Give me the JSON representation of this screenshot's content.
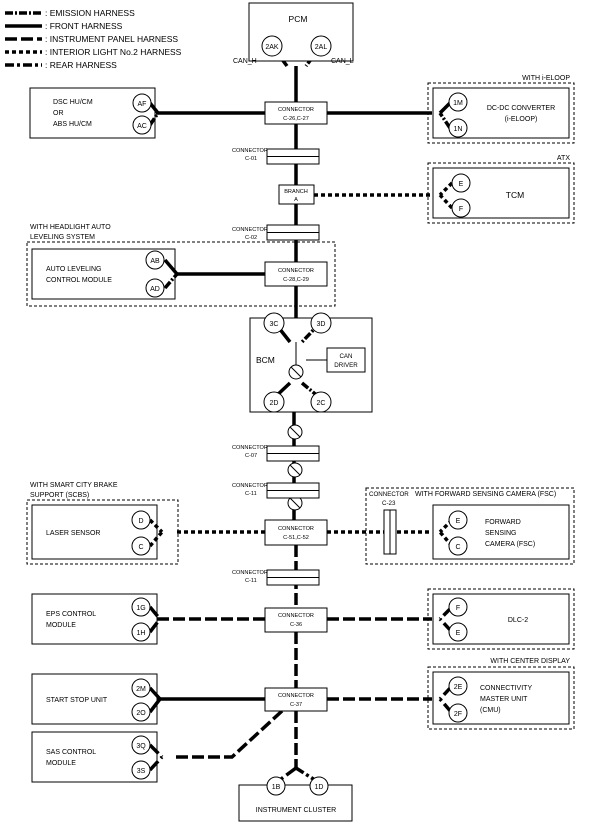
{
  "legend": [
    {
      "style": "emission",
      "label": ": EMISSION HARNESS"
    },
    {
      "style": "front",
      "label": ": FRONT HARNESS"
    },
    {
      "style": "instrument",
      "label": ": INSTRUMENT PANEL HARNESS"
    },
    {
      "style": "interior",
      "label": ": INTERIOR LIGHT No.2 HARNESS"
    },
    {
      "style": "rear",
      "label": ": REAR HARNESS"
    }
  ],
  "pcm": {
    "title": "PCM",
    "pin_left": "2AK",
    "pin_right": "2AL",
    "can_h": "CAN_H",
    "can_l": "CAN_L"
  },
  "dsc": {
    "line1": "DSC HU/CM",
    "line2": "OR",
    "line3": "ABS HU/CM",
    "pin_top": "AF",
    "pin_bottom": "AC"
  },
  "c26": {
    "line1": "CONNECTOR",
    "line2": "C-26,C-27"
  },
  "dcdc": {
    "group": "WITH i-ELOOP",
    "line1": "DC-DC CONVERTER",
    "line2": "(i-ELOOP)",
    "pin_top": "1M",
    "pin_bottom": "1N"
  },
  "c01": {
    "line1": "CONNECTOR",
    "line2": "C-01"
  },
  "branch": {
    "line1": "BRANCH",
    "line2": "A"
  },
  "tcm": {
    "group": "ATX",
    "title": "TCM",
    "pin_top": "E",
    "pin_bottom": "F"
  },
  "c02": {
    "line1": "CONNECTOR",
    "line2": "C-02"
  },
  "leveling": {
    "group1": "WITH HEADLIGHT AUTO",
    "group2": "LEVELING SYSTEM",
    "line1": "AUTO LEVELING",
    "line2": "CONTROL MODULE",
    "pin_top": "AB",
    "pin_bottom": "AD"
  },
  "c28": {
    "line1": "CONNECTOR",
    "line2": "C-28,C-29"
  },
  "bcm": {
    "title": "BCM",
    "can1": "CAN",
    "can2": "DRIVER",
    "pin_tl": "3C",
    "pin_tr": "3D",
    "pin_bl": "2D",
    "pin_br": "2C"
  },
  "c07": {
    "line1": "CONNECTOR",
    "line2": "C-07"
  },
  "c11a": {
    "line1": "CONNECTOR",
    "line2": "C-11"
  },
  "laser": {
    "group1": "WITH SMART CITY BRAKE",
    "group2": "SUPPORT (SCBS)",
    "title": "LASER SENSOR",
    "pin_top": "D",
    "pin_bottom": "C"
  },
  "c51": {
    "line1": "CONNECTOR",
    "line2": "C-51,C-52"
  },
  "c23": {
    "line1": "CONNECTOR",
    "line2": "C-23"
  },
  "fsc": {
    "group": "WITH FORWARD SENSING CAMERA (FSC)",
    "line1": "FORWARD",
    "line2": "SENSING",
    "line3": "CAMERA (FSC)",
    "pin_top": "E",
    "pin_bottom": "C"
  },
  "c11b": {
    "line1": "CONNECTOR",
    "line2": "C-11"
  },
  "eps": {
    "line1": "EPS CONTROL",
    "line2": "MODULE",
    "pin_top": "1G",
    "pin_bottom": "1H"
  },
  "c36": {
    "line1": "CONNECTOR",
    "line2": "C-36"
  },
  "dlc": {
    "title": "DLC-2",
    "pin_top": "F",
    "pin_bottom": "E"
  },
  "startstop": {
    "title": "START STOP UNIT",
    "pin_top": "2M",
    "pin_bottom": "2O"
  },
  "c37": {
    "line1": "CONNECTOR",
    "line2": "C-37"
  },
  "cmu": {
    "group": "WITH CENTER DISPLAY",
    "line1": "CONNECTIVITY",
    "line2": "MASTER UNIT",
    "line3": "(CMU)",
    "pin_top": "2E",
    "pin_bottom": "2F"
  },
  "sas": {
    "line1": "SAS CONTROL",
    "line2": "MODULE",
    "pin_top": "3Q",
    "pin_bottom": "3S"
  },
  "cluster": {
    "title": "INSTRUMENT CLUSTER",
    "pin_left": "1B",
    "pin_right": "1D"
  }
}
